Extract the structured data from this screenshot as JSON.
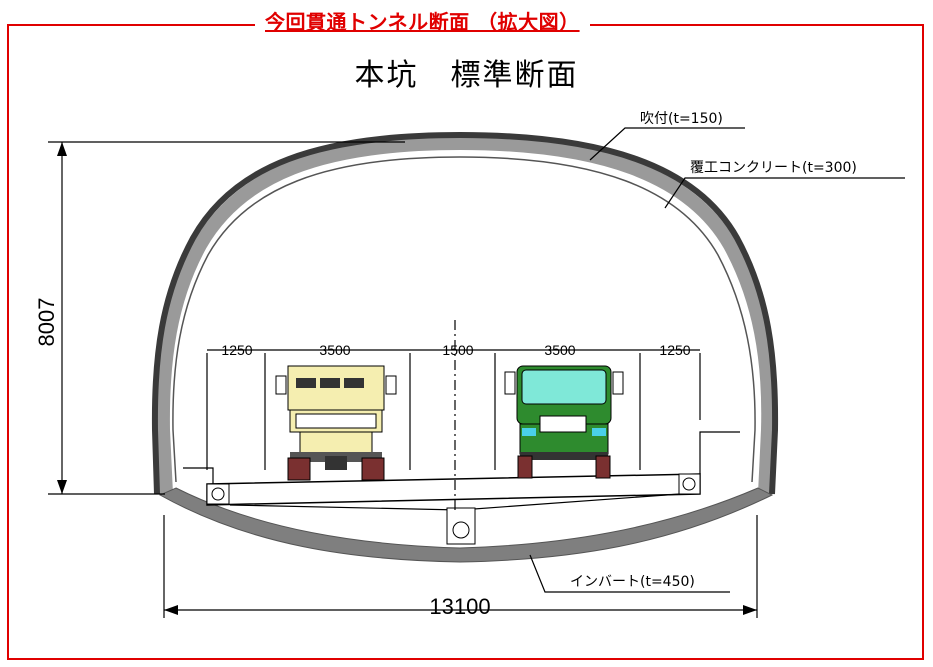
{
  "header": {
    "title": "今回貫通トンネル断面 （拡大図）"
  },
  "section_title": "本坑　標準断面",
  "labels": {
    "spray": "吹付(t=150)",
    "lining": "覆工コンクリート(t=300)",
    "invert": "インバート(t=450)"
  },
  "dimensions": {
    "height": "8007",
    "width": "13100",
    "lanes": [
      "1250",
      "3500",
      "1500",
      "3500",
      "1250"
    ]
  },
  "trucks": {
    "left": {
      "cab_color": "#f5eeb0"
    },
    "right": {
      "cab_color": "#2e8b2e"
    }
  },
  "colors": {
    "frame": "#e00000",
    "lining": "#9a9a9a",
    "spray": "#3a3a3a",
    "invert": "#7f7f7f"
  }
}
